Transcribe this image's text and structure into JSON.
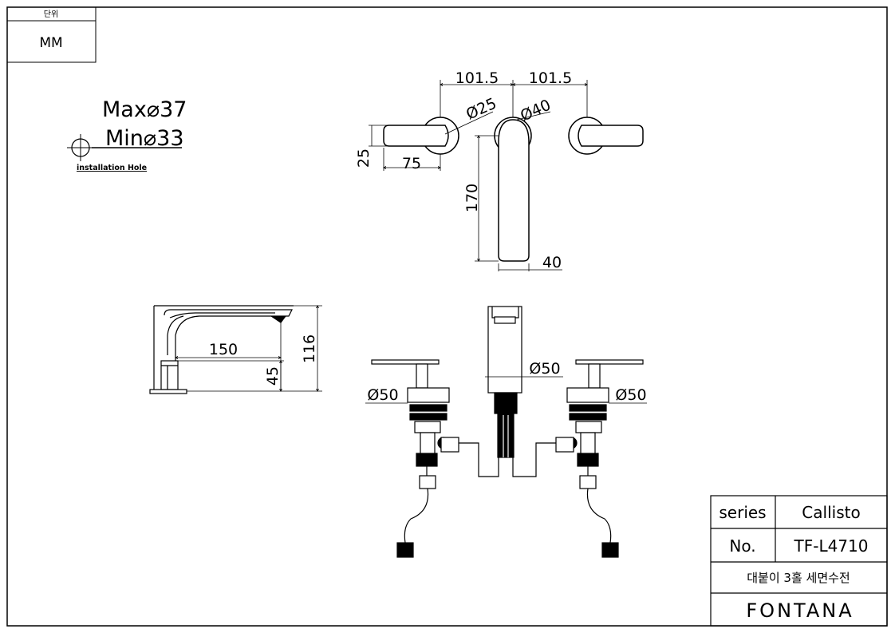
{
  "unit_box": {
    "header": "단위",
    "value": "MM"
  },
  "install_hole": {
    "max": "Max⌀37",
    "min": "Min⌀33",
    "caption": "installation Hole"
  },
  "top_view_dims": {
    "span_left": "101.5",
    "span_right": "101.5",
    "handle_dia": "Ø25",
    "spout_dia": "Ø40",
    "handle_height": "25",
    "handle_length": "75",
    "spout_length": "170",
    "spout_width": "40"
  },
  "side_view_dims": {
    "reach": "150",
    "base_height": "45",
    "total_height": "116"
  },
  "front_view_dims": {
    "left_base": "Ø50",
    "center_base": "Ø50",
    "right_base": "Ø50"
  },
  "title_block": {
    "series_label": "series",
    "series_value": "Callisto",
    "no_label": "No.",
    "no_value": "TF-L4710",
    "description": "대붙이 3홀 세면수전",
    "brand": "FONTANA"
  },
  "colors": {
    "line": "#000000",
    "background": "#ffffff"
  }
}
